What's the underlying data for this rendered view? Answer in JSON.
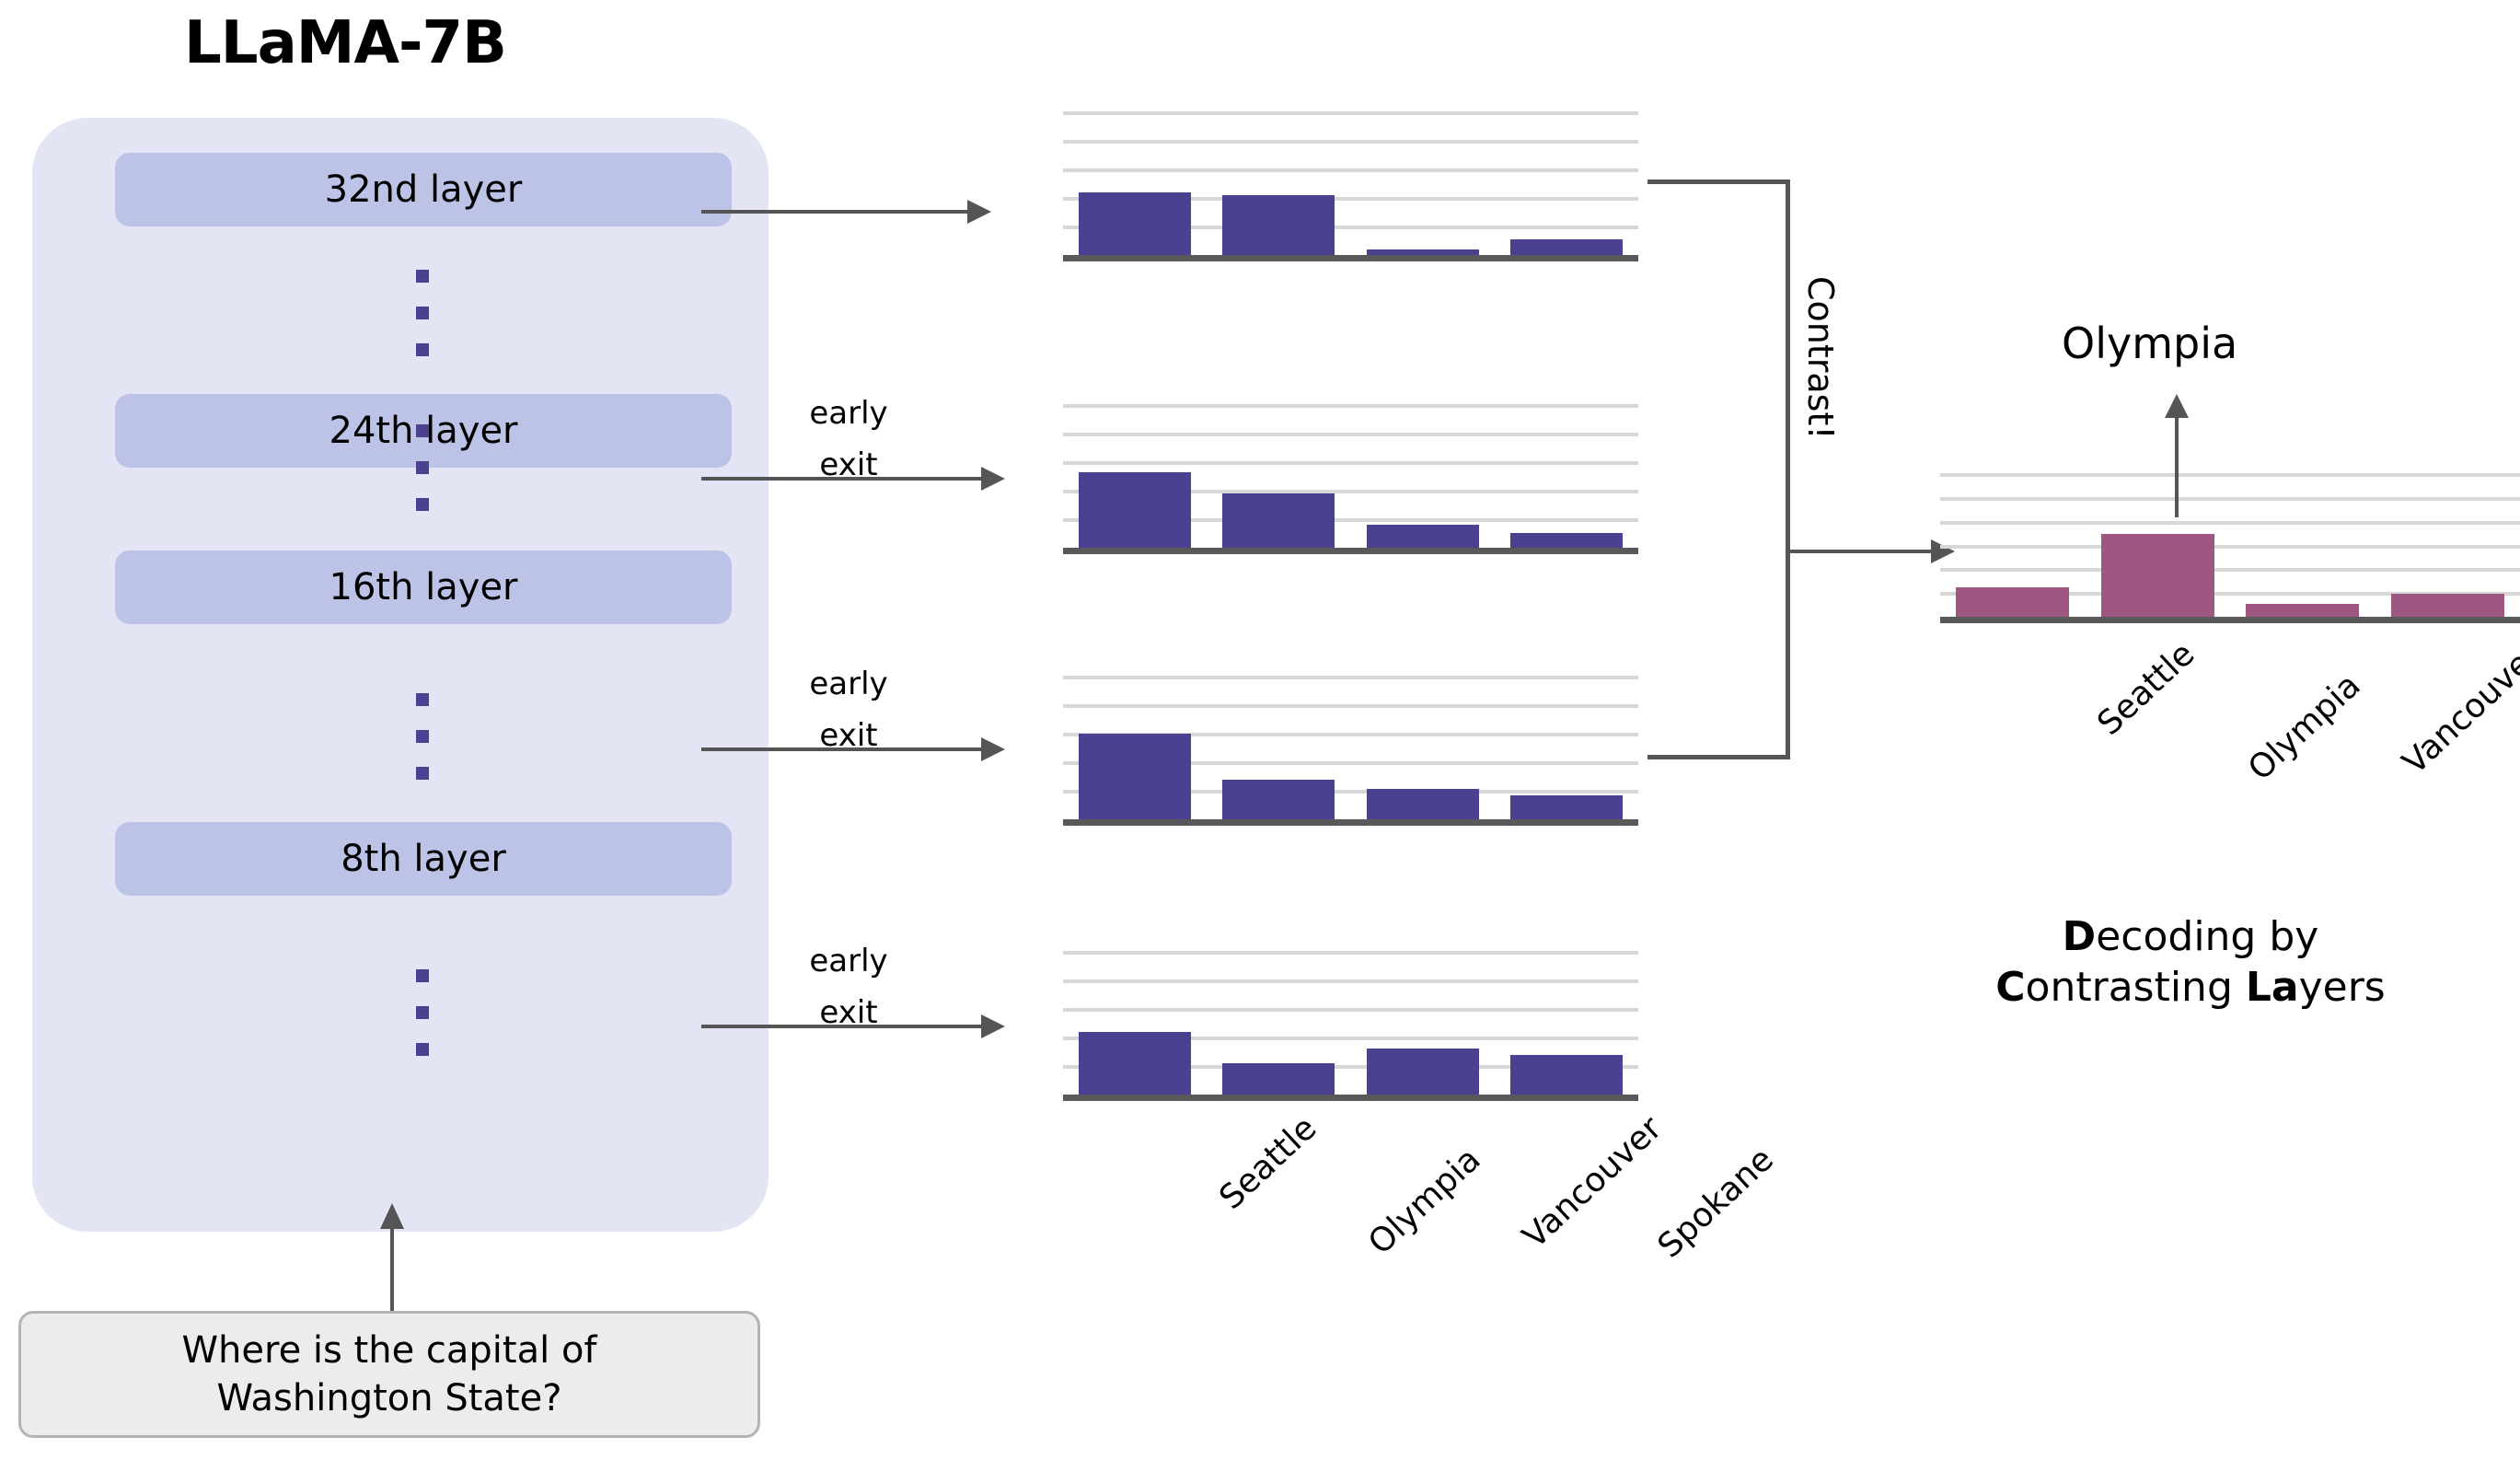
{
  "model": {
    "title": "LLaMA-7B"
  },
  "stack": {
    "layers": [
      {
        "label": "32nd layer"
      },
      {
        "label": "24th layer"
      },
      {
        "label": "16th layer"
      },
      {
        "label": "8th layer"
      }
    ],
    "ellipsis_symbol": "vertical-dots"
  },
  "early_exit": {
    "line1": "early",
    "line2": "exit",
    "count": 3
  },
  "prompt": {
    "line1": "Where is the capital of",
    "line2": "Washington State?"
  },
  "contrast": {
    "label": "Contrast!"
  },
  "output": {
    "word": "Olympia",
    "caption_line1_pre": "D",
    "caption_line1_rest": "ecoding by",
    "caption_line2_a": "C",
    "caption_line2_b": "ontrasting ",
    "caption_line2_c": "La",
    "caption_line2_d": "yers"
  },
  "colors": {
    "purple_bar": "#4a4190",
    "maroon_bar": "#9d5780",
    "layer_box": "#bdc3e7",
    "stack_bg": "#e3e5f4",
    "gridline": "#d7d7d7",
    "axis": "#595959",
    "arrow": "#555555",
    "prompt_bg": "#ececec"
  },
  "chart_data": [
    {
      "type": "bar",
      "title": "32nd layer",
      "categories": [
        "Seattle",
        "Olympia",
        "Vancouver",
        "Spokane"
      ],
      "values": [
        0.46,
        0.44,
        0.06,
        0.13
      ],
      "ylim": [
        0,
        1.0
      ],
      "gridlines": [
        0.2,
        0.4,
        0.6,
        0.8,
        1.0
      ],
      "grid": true,
      "xlabel": "",
      "ylabel": "",
      "legend": "none",
      "color": "#4a4190",
      "xticklabels_shown": false
    },
    {
      "type": "bar",
      "title": "24th layer",
      "categories": [
        "Seattle",
        "Olympia",
        "Vancouver",
        "Spokane"
      ],
      "values": [
        0.55,
        0.4,
        0.18,
        0.12
      ],
      "ylim": [
        0,
        1.0
      ],
      "gridlines": [
        0.2,
        0.4,
        0.6,
        0.8,
        1.0
      ],
      "grid": true,
      "xlabel": "",
      "ylabel": "",
      "legend": "none",
      "color": "#4a4190",
      "xticklabels_shown": false
    },
    {
      "type": "bar",
      "title": "16th layer",
      "categories": [
        "Seattle",
        "Olympia",
        "Vancouver",
        "Spokane"
      ],
      "values": [
        0.62,
        0.3,
        0.23,
        0.19
      ],
      "ylim": [
        0,
        1.0
      ],
      "gridlines": [
        0.2,
        0.4,
        0.6,
        0.8,
        1.0
      ],
      "grid": true,
      "xlabel": "",
      "ylabel": "",
      "legend": "none",
      "color": "#4a4190",
      "xticklabels_shown": false
    },
    {
      "type": "bar",
      "title": "8th layer",
      "categories": [
        "Seattle",
        "Olympia",
        "Vancouver",
        "Spokane"
      ],
      "values": [
        0.46,
        0.24,
        0.34,
        0.3
      ],
      "ylim": [
        0,
        1.0
      ],
      "gridlines": [
        0.2,
        0.4,
        0.6,
        0.8,
        1.0
      ],
      "grid": true,
      "xlabel": "",
      "ylabel": "",
      "legend": "none",
      "color": "#4a4190",
      "xticklabels_shown": true
    },
    {
      "type": "bar",
      "title": "Decoding by Contrasting Layers",
      "categories": [
        "Seattle",
        "Olympia",
        "Vancouver",
        "Spokane"
      ],
      "values": [
        0.27,
        0.72,
        0.13,
        0.22
      ],
      "ylim": [
        0,
        1.2
      ],
      "gridlines": [
        0.2,
        0.4,
        0.6,
        0.8,
        1.0,
        1.2
      ],
      "grid": true,
      "xlabel": "",
      "ylabel": "",
      "legend": "none",
      "color": "#9d5780",
      "annotation": "Olympia",
      "xticklabels_shown": true
    }
  ]
}
